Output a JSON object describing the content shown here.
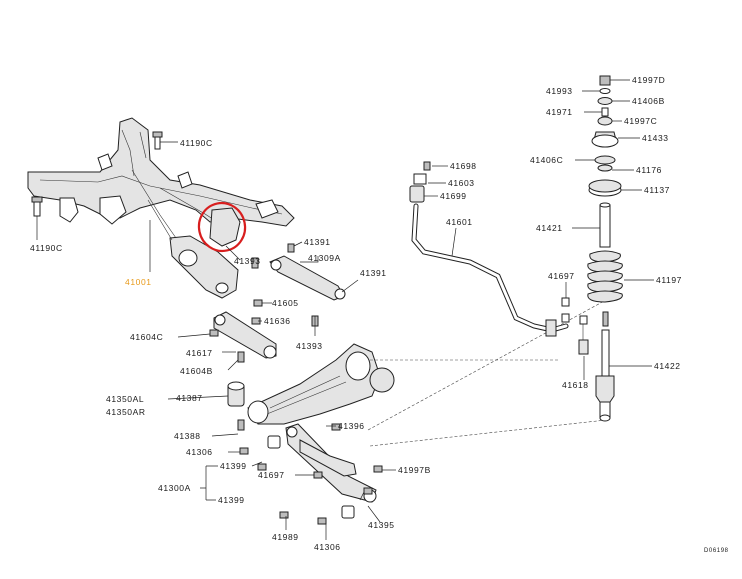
{
  "labels": {
    "l_41190C_a": "41190C",
    "l_41190C_b": "41190C",
    "l_41001": "41001",
    "l_41393_a": "41393",
    "l_41391_a": "41391",
    "l_41309A": "41309A",
    "l_41391_b": "41391",
    "l_41605": "41605",
    "l_41636": "41636",
    "l_41393_b": "41393",
    "l_41604C": "41604C",
    "l_41617": "41617",
    "l_41604B": "41604B",
    "l_41350AL": "41350AL",
    "l_41350AR": "41350AR",
    "l_41387": "41387",
    "l_41388": "41388",
    "l_41306_a": "41306",
    "l_41396": "41396",
    "l_41399_a": "41399",
    "l_41697_a": "41697",
    "l_41300A": "41300A",
    "l_41399_b": "41399",
    "l_41997B": "41997B",
    "l_41989": "41989",
    "l_41306_b": "41306",
    "l_41395": "41395",
    "l_41698": "41698",
    "l_41603": "41603",
    "l_41699": "41699",
    "l_41601": "41601",
    "l_41697_b": "41697",
    "l_41618": "41618",
    "l_41997D": "41997D",
    "l_41993": "41993",
    "l_41406B": "41406B",
    "l_41971": "41971",
    "l_41997C": "41997C",
    "l_41433": "41433",
    "l_41406C": "41406C",
    "l_41176": "41176",
    "l_41137": "41137",
    "l_41421": "41421",
    "l_41197": "41197",
    "l_41422": "41422",
    "drawing_code": "D06198"
  },
  "colors": {
    "highlight_circle": "#d81e1e",
    "highlight_label": "#e89a1a",
    "line": "#222222"
  }
}
